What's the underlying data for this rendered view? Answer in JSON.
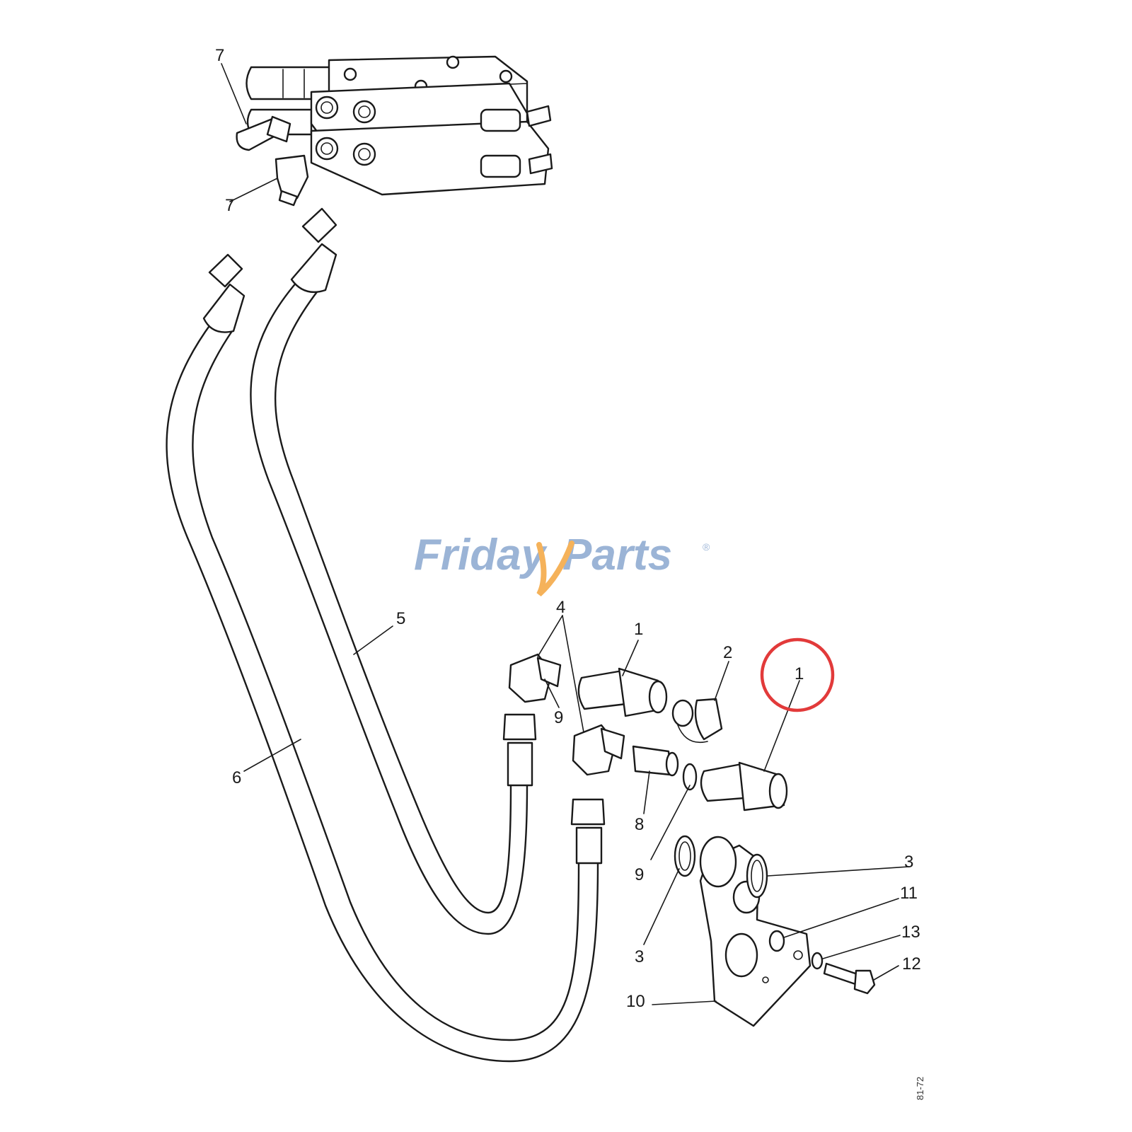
{
  "watermark": {
    "text_left": "Friday",
    "text_right": "Parts",
    "registered": "®",
    "color_text": "#9bb4d6",
    "color_accent": "#f5b25a"
  },
  "highlight": {
    "color": "#e23a3a",
    "label": "1"
  },
  "callouts": {
    "n7a": "7",
    "n7b": "7",
    "n4": "4",
    "n5": "5",
    "n6": "6",
    "n1a": "1",
    "n2": "2",
    "n9a": "9",
    "n8": "8",
    "n9b": "9",
    "n3a": "3",
    "n3b": "3",
    "n11": "11",
    "n13": "13",
    "n12": "12",
    "n10": "10"
  },
  "drawing_code": "81-72"
}
